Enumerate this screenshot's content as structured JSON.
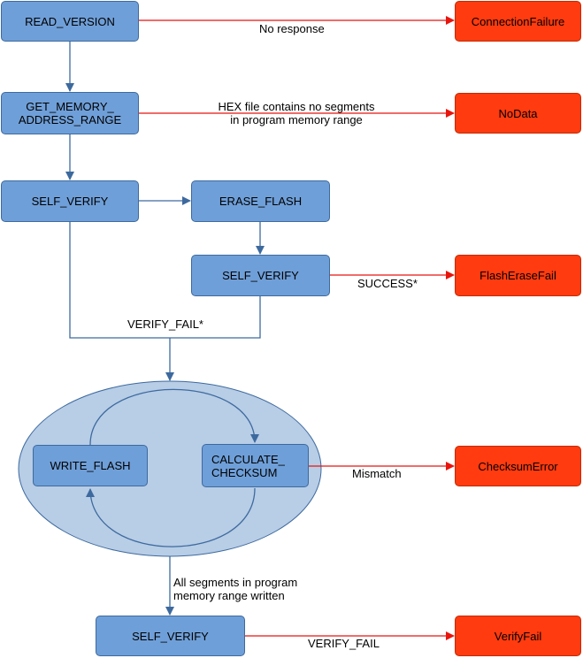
{
  "nodes": {
    "read_version": "READ_VERSION",
    "get_memory_line1": "GET_MEMORY_",
    "get_memory_line2": "ADDRESS_RANGE",
    "self_verify_1": "SELF_VERIFY",
    "erase_flash": "ERASE_FLASH",
    "self_verify_2": "SELF_VERIFY",
    "write_flash": "WRITE_FLASH",
    "calc_line1": "CALCULATE_",
    "calc_line2": "CHECKSUM",
    "self_verify_3": "SELF_VERIFY",
    "connection_failure": "ConnectionFailure",
    "no_data": "NoData",
    "flash_erase_fail": "FlashEraseFail",
    "checksum_error": "ChecksumError",
    "verify_fail": "VerifyFail"
  },
  "edge_labels": {
    "no_response": "No response",
    "hex_line1": "HEX file contains no segments",
    "hex_line2": "in program memory range",
    "success": "SUCCESS*",
    "verify_fail_star": "VERIFY_FAIL*",
    "mismatch": "Mismatch",
    "all_segments_line1": "All segments in program",
    "all_segments_line2": "memory range written",
    "verify_fail": "VERIFY_FAIL"
  },
  "colors": {
    "state_fill": "#6f9fd8",
    "error_fill": "#ff3b0f",
    "loop_fill": "#b8cde6",
    "blue_arrow": "#3d6a9e",
    "red_arrow": "#e8150d"
  }
}
